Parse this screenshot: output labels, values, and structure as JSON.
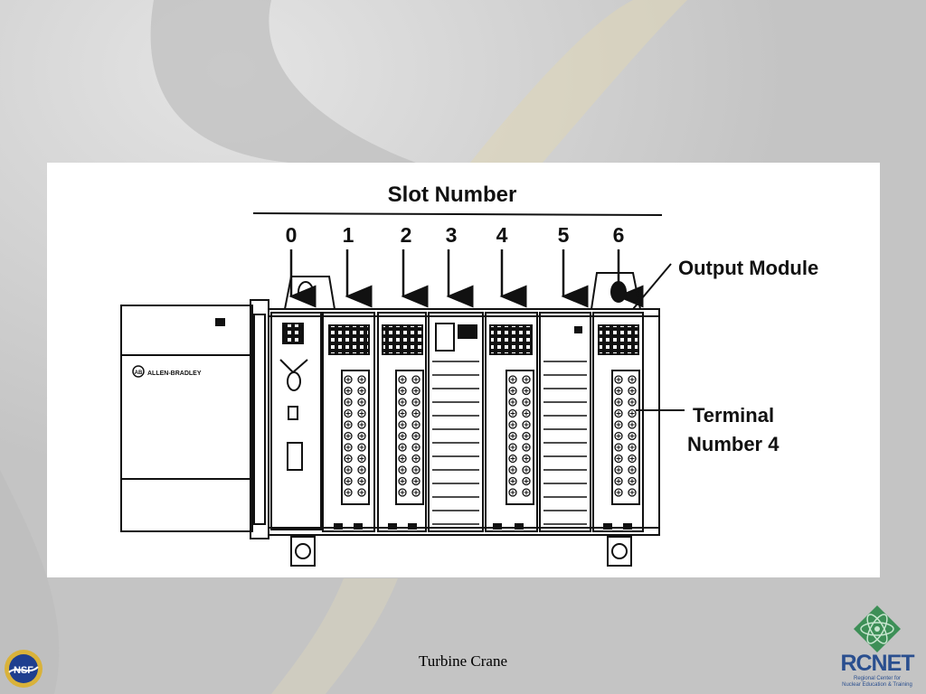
{
  "diagram": {
    "header": "Slot Number",
    "slot_numbers": [
      "0",
      "1",
      "2",
      "3",
      "4",
      "5",
      "6"
    ],
    "callout_output_module": "Output Module",
    "callout_terminal_line1": "Terminal",
    "callout_terminal_line2": "Number 4",
    "brand_text": "ALLEN-BRADLEY",
    "brand_badge": "AB"
  },
  "slide": {
    "footer_title": "Turbine Crane"
  },
  "logos": {
    "nsf_text": "NSF",
    "rcnet_name": "RCNET",
    "rcnet_subtitle_1": "Regional Center for",
    "rcnet_subtitle_2": "Nuclear Education & Training"
  },
  "colors": {
    "background": "#c9c9c9",
    "panel": "#ffffff",
    "ink": "#111111",
    "rcnet_blue": "#2a4f8f",
    "rcnet_green": "#3d8f57"
  }
}
